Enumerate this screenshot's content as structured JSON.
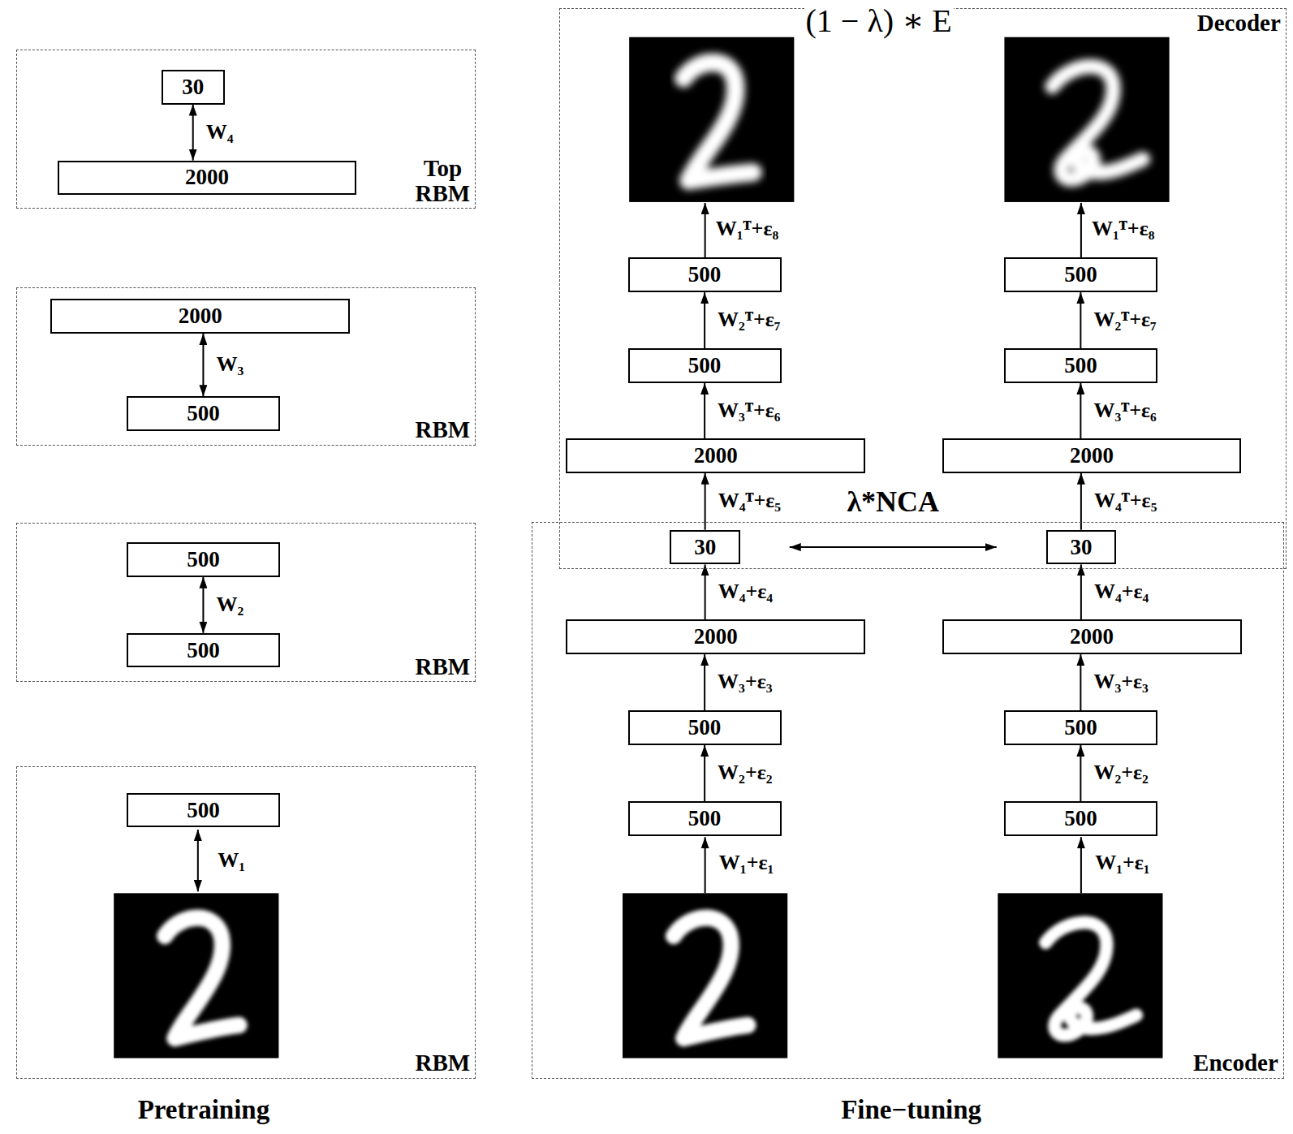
{
  "diagram": {
    "nodes": [
      {
        "text": [
          "Top RBM"
        ]
      },
      {
        "text": [
          "30"
        ],
        "in": 0
      },
      {
        "text": [
          "2000"
        ],
        "in": 0
      },
      {
        "text": [
          "RBM"
        ]
      },
      {
        "text": [
          "2000"
        ],
        "in": 3
      },
      {
        "text": [
          "500"
        ],
        "in": 3
      },
      {
        "text": [
          "RBM"
        ]
      },
      {
        "text": [
          "500"
        ],
        "in": 6
      },
      {
        "text": [
          "500"
        ],
        "in": 6
      },
      {
        "text": [
          "RBM"
        ]
      },
      {
        "text": [
          "500"
        ],
        "in": 9
      },
      {
        "text": [
          "Decoder"
        ]
      },
      {
        "text": [
          "500"
        ],
        "in": 11
      },
      {
        "text": [
          "500"
        ],
        "in": 11
      },
      {
        "text": [
          "500"
        ],
        "in": 11
      },
      {
        "text": [
          "500"
        ],
        "in": 11
      },
      {
        "text": [
          "2000"
        ],
        "in": 11
      },
      {
        "text": [
          "2000"
        ],
        "in": 11
      },
      {
        "text": [
          "Encoder"
        ]
      },
      {
        "text": [
          "30"
        ],
        "in": 18
      },
      {
        "text": [
          "30"
        ],
        "in": 18
      },
      {
        "text": [
          "2000"
        ],
        "in": 18
      },
      {
        "text": [
          "2000"
        ],
        "in": 18
      },
      {
        "text": [
          "500"
        ],
        "in": 18
      },
      {
        "text": [
          "500"
        ],
        "in": 18
      },
      {
        "text": [
          "500"
        ],
        "in": 18
      },
      {
        "text": [
          "500"
        ],
        "in": 18
      }
    ],
    "edges": [
      {
        "from": 1,
        "to": 2,
        "label": "W₄",
        "arrow": "both"
      },
      {
        "from": 4,
        "to": 5,
        "label": "W₃",
        "arrow": "both"
      },
      {
        "from": 7,
        "to": 8,
        "label": "W₂",
        "arrow": "both"
      },
      {
        "from": 25,
        "to": 23,
        "label": "W₂+ε₂",
        "arrow": "to"
      },
      {
        "from": 26,
        "to": 24,
        "label": "W₂+ε₂",
        "arrow": "to"
      },
      {
        "from": 23,
        "to": 21,
        "label": "W₃+ε₃",
        "arrow": "to"
      },
      {
        "from": 24,
        "to": 22,
        "label": "W₃+ε₃",
        "arrow": "to"
      },
      {
        "from": 21,
        "to": 19,
        "label": "W₄+ε₄",
        "arrow": "to"
      },
      {
        "from": 22,
        "to": 20,
        "label": "W₄+ε₄",
        "arrow": "to"
      },
      {
        "from": 19,
        "to": 20,
        "label": "λ*NCA",
        "arrow": "both"
      },
      {
        "from": 19,
        "to": 16,
        "label": "W₄ᵀ+ε₅",
        "arrow": "to"
      },
      {
        "from": 20,
        "to": 17,
        "label": "W₄ᵀ+ε₅",
        "arrow": "to"
      },
      {
        "from": 16,
        "to": 14,
        "label": "W₃ᵀ+ε₆",
        "arrow": "to"
      },
      {
        "from": 17,
        "to": 15,
        "label": "W₃ᵀ+ε₆",
        "arrow": "to"
      },
      {
        "from": 14,
        "to": 12,
        "label": "W₂ᵀ+ε₇",
        "arrow": "to"
      },
      {
        "from": 15,
        "to": 13,
        "label": "W₂ᵀ+ε₇",
        "arrow": "to"
      }
    ],
    "labels": [
      "(1 − λ) ∗ E",
      "W₁ᵀ+ε₈",
      "W₁ᵀ+ε₈",
      "W₁",
      "W₁+ε₁",
      "W₁+ε₁",
      "Pretraining",
      "Fine−tuning"
    ]
  }
}
